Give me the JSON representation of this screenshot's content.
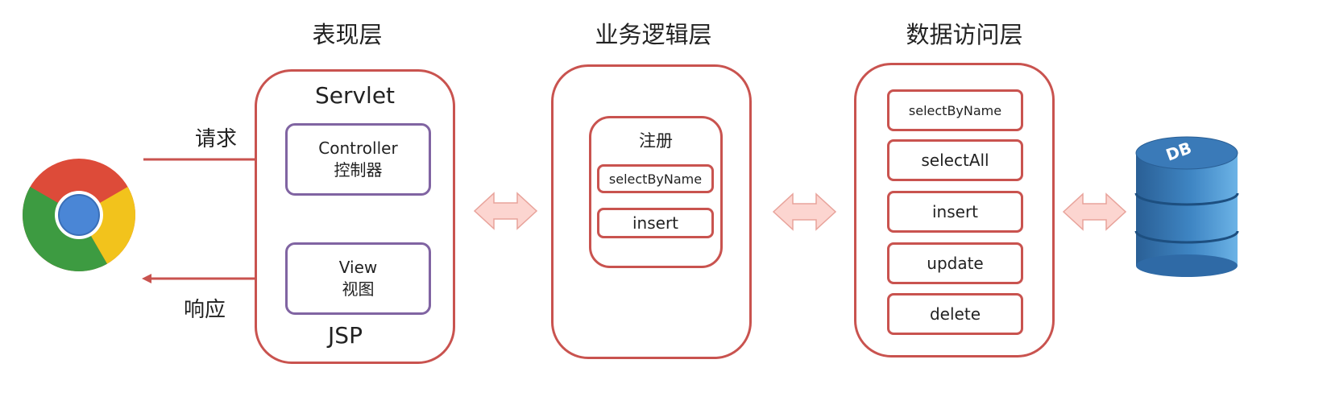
{
  "layers": {
    "presentation": {
      "title": "表现层",
      "top_label": "Servlet",
      "bottom_label": "JSP"
    },
    "business": {
      "title": "业务逻辑层"
    },
    "data_access": {
      "title": "数据访问层"
    }
  },
  "flow": {
    "request_label": "请求",
    "response_label": "响应"
  },
  "controller": {
    "line1": "Controller",
    "line2": "控制器"
  },
  "view": {
    "line1": "View",
    "line2": "视图"
  },
  "register_service": {
    "title": "注册",
    "methods": [
      "selectByName",
      "insert"
    ]
  },
  "dao": {
    "methods": [
      "selectByName",
      "selectAll",
      "insert",
      "update",
      "delete"
    ]
  },
  "database": {
    "label": "DB"
  },
  "colors": {
    "red_border": "#c9534f",
    "purple_border": "#8064a2",
    "arrow_fill": "#fcd5d0",
    "arrow_stroke": "#e8a39b",
    "db_blue": "#3f7fb8"
  },
  "icons": {
    "browser": "chrome-browser-icon",
    "database": "database-cylinder-icon"
  }
}
